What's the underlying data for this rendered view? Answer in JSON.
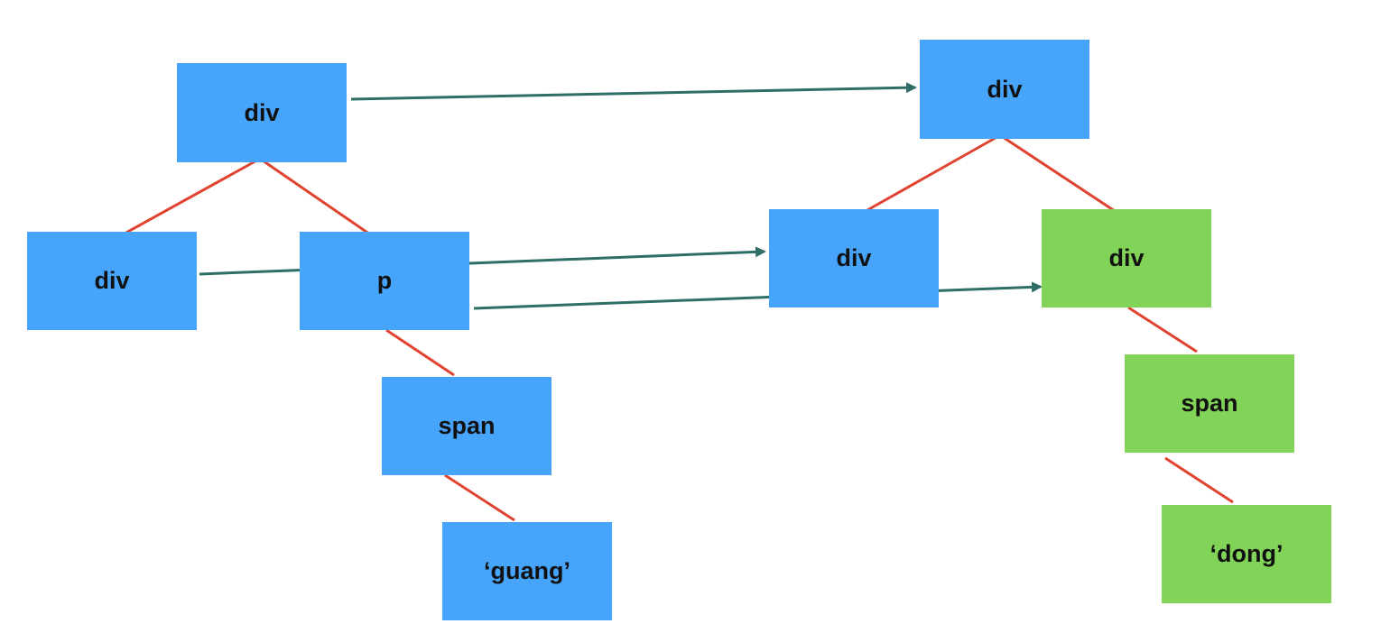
{
  "left_tree": {
    "root": "div",
    "child_div": "div",
    "child_p": "p",
    "span": "span",
    "text": "‘guang’"
  },
  "right_tree": {
    "root": "div",
    "child_div": "div",
    "child_div_changed": "div",
    "span": "span",
    "text": "‘dong’"
  },
  "colors": {
    "unchanged_node": "#47a4fb",
    "changed_node": "#81d458",
    "tree_edge": "#e0432f",
    "mapping_arrow": "#2f6e66"
  }
}
